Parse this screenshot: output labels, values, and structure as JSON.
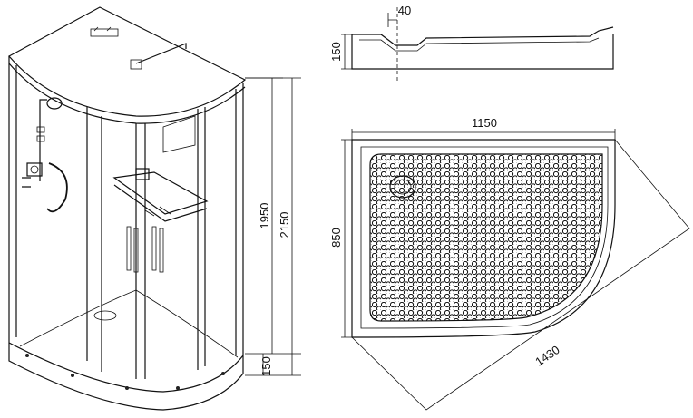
{
  "dimensions": {
    "front_cabin_height": "1950",
    "front_total_height": "2150",
    "front_tray_height": "150",
    "side_tray_height": "150",
    "side_drain_offset": "40",
    "plan_width": "1150",
    "plan_depth": "850",
    "plan_diagonal": "1430"
  },
  "icons": {
    "shower_head": "shower-head-icon",
    "mixer": "mixer-icon",
    "shelf": "shelf-icon",
    "drain": "drain-icon"
  }
}
